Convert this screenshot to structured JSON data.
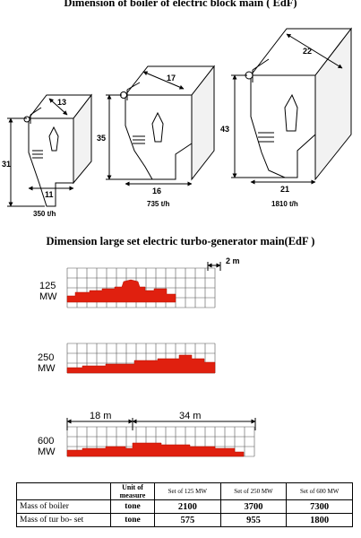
{
  "titles": {
    "boiler": "Dimension of  boiler of electric block main ( EdF)",
    "turbo": "Dimension  large set electric  turbo-generator main(EdF )"
  },
  "boilers": [
    {
      "width": "13",
      "height": "31",
      "base": "11",
      "capacity": "350 t/h"
    },
    {
      "width": "17",
      "height": "35",
      "base": "16",
      "capacity": "735 t/h"
    },
    {
      "width": "22",
      "height": "43",
      "base": "21",
      "capacity": "1810 t/h"
    }
  ],
  "turbo": {
    "scale_label": "2 m",
    "sets": [
      {
        "power": "125",
        "unit": "MW"
      },
      {
        "power": "250",
        "unit": "MW"
      },
      {
        "power": "600",
        "unit": "MW"
      }
    ],
    "dim_left": "18 m",
    "dim_right": "34 m"
  },
  "colors": {
    "fill": "#e0200f",
    "grid": "#555555",
    "line": "#000000"
  },
  "table": {
    "headers": [
      "",
      "Unit of measure",
      "Set of 125  MW",
      "Set of 250  MW",
      "Set of 600 MW"
    ],
    "rows": [
      {
        "label": "Mass of boiler",
        "unit": "tone",
        "values": [
          "2100",
          "3700",
          "7300"
        ]
      },
      {
        "label": "Mass of tur bo- set",
        "unit": "tone",
        "values": [
          "575",
          "955",
          "1800"
        ]
      }
    ]
  }
}
